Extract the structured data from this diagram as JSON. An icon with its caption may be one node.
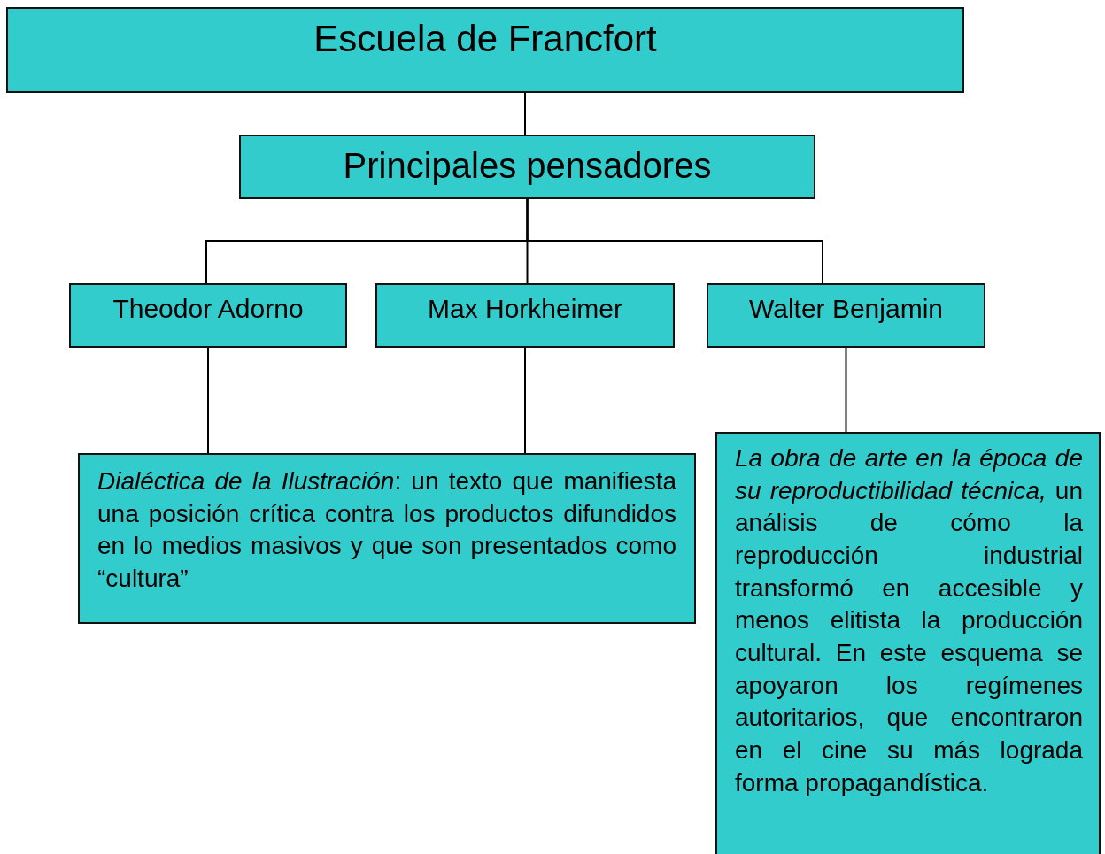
{
  "diagram": {
    "nodes": [
      {
        "text": [
          "Escuela de Francfort"
        ]
      },
      {
        "text": [
          "Principales pensadores"
        ]
      },
      {
        "text": [
          "Theodor Adorno"
        ]
      },
      {
        "text": [
          "Max Horkheimer"
        ]
      },
      {
        "text": [
          "Walter Benjamin"
        ]
      },
      {
        "text": [
          "*Dialéctica de la Ilustración*: un texto que manifiesta una posición crítica contra los productos difundidos en lo medios masivos y que son presentados como “cultura”"
        ]
      },
      {
        "text": [
          "*La obra de arte en la época de su reproductibilidad técnica,* un análisis de cómo la reproducción industrial transformó en accesible y menos elitista la producción cultural. En este esquema se apoyaron los regímenes autoritarios, que encontraron en el cine su más lograda forma propagandística."
        ]
      }
    ],
    "edges": [
      {
        "from": 0,
        "to": 1,
        "arrow": "none"
      },
      {
        "from": 1,
        "to": 2,
        "arrow": "none"
      },
      {
        "from": 1,
        "to": 3,
        "arrow": "none"
      },
      {
        "from": 1,
        "to": 4,
        "arrow": "none"
      },
      {
        "from": 2,
        "to": 5,
        "arrow": "none"
      },
      {
        "from": 3,
        "to": 5,
        "arrow": "none"
      },
      {
        "from": 4,
        "to": 6,
        "arrow": "none"
      }
    ]
  }
}
